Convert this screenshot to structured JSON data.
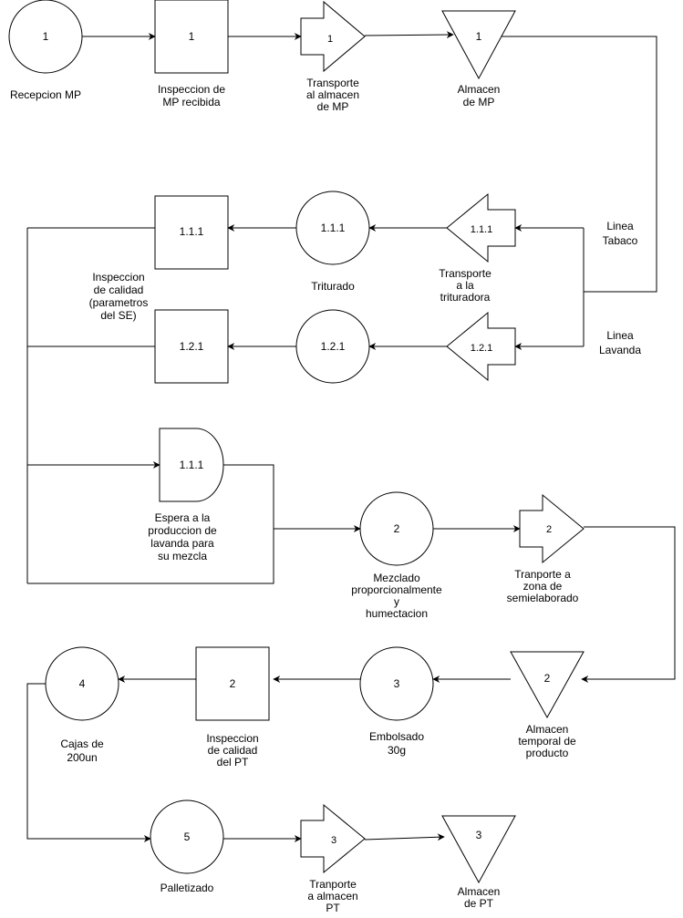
{
  "nodes": [
    {
      "id": "recepcion",
      "shape": "circle",
      "code": "1",
      "label": [
        "Recepcion MP"
      ]
    },
    {
      "id": "inspeccion-mp",
      "shape": "square",
      "code": "1",
      "label": [
        "Inspeccion de",
        "MP recibida"
      ]
    },
    {
      "id": "transporte-almacen-mp",
      "shape": "arrow-right",
      "code": "1",
      "label": [
        "Transporte",
        "al almacen",
        "de MP"
      ]
    },
    {
      "id": "almacen-mp",
      "shape": "triangle",
      "code": "1",
      "label": [
        "Almacen",
        "de MP"
      ]
    },
    {
      "id": "transporte-trituradora",
      "shape": "arrow-left",
      "code": "1.1.1",
      "label": [
        "Transporte",
        "a la",
        "trituradora"
      ]
    },
    {
      "id": "triturado",
      "shape": "circle",
      "code": "1.1.1",
      "label": [
        "Triturado"
      ]
    },
    {
      "id": "inspeccion-calidad-se",
      "shape": "square",
      "code": "1.1.1",
      "label": [
        "Inspeccion",
        "de calidad",
        "(parametros",
        "del SE)"
      ]
    },
    {
      "id": "transporte-lavanda",
      "shape": "arrow-left",
      "code": "1.2.1",
      "label": []
    },
    {
      "id": "operacion-lavanda",
      "shape": "circle",
      "code": "1.2.1",
      "label": []
    },
    {
      "id": "inspeccion-lavanda",
      "shape": "square",
      "code": "1.2.1",
      "label": []
    },
    {
      "id": "espera",
      "shape": "delay",
      "code": "1.1.1",
      "label": [
        "Espera a la",
        "produccion de",
        "lavanda para",
        "su mezcla"
      ]
    },
    {
      "id": "mezclado",
      "shape": "circle",
      "code": "2",
      "label": [
        "Mezclado",
        "proporcionalmente",
        "y",
        "humectacion"
      ]
    },
    {
      "id": "transporte-semielaborado",
      "shape": "arrow-right",
      "code": "2",
      "label": [
        "Tranporte a",
        "zona de",
        "semielaborado"
      ]
    },
    {
      "id": "almacen-temporal",
      "shape": "triangle",
      "code": "2",
      "label": [
        "Almacen",
        "temporal de",
        "producto"
      ]
    },
    {
      "id": "embolsado",
      "shape": "circle",
      "code": "3",
      "label": [
        "Embolsado",
        "30g"
      ]
    },
    {
      "id": "inspeccion-pt",
      "shape": "square",
      "code": "2",
      "label": [
        "Inspeccion",
        "de calidad",
        "del PT"
      ]
    },
    {
      "id": "cajas",
      "shape": "circle",
      "code": "4",
      "label": [
        "Cajas de",
        "200un"
      ]
    },
    {
      "id": "palletizado",
      "shape": "circle",
      "code": "5",
      "label": [
        "Palletizado"
      ]
    },
    {
      "id": "transporte-almacen-pt",
      "shape": "arrow-right",
      "code": "3",
      "label": [
        "Tranporte",
        "a almacen",
        "PT"
      ]
    },
    {
      "id": "almacen-pt",
      "shape": "triangle",
      "code": "3",
      "label": [
        "Almacen",
        "de PT"
      ]
    }
  ],
  "branch_labels": [
    {
      "id": "linea-tabaco",
      "label": [
        "Linea",
        "Tabaco"
      ]
    },
    {
      "id": "linea-lavanda",
      "label": [
        "Linea",
        "Lavanda"
      ]
    }
  ]
}
